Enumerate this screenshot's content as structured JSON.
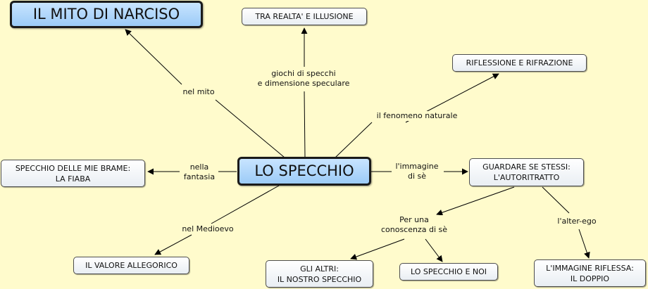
{
  "nodes": {
    "narciso": "IL MITO DI NARCISO",
    "realta": "TRA REALTA' E ILLUSIONE",
    "riflessione": "RIFLESSIONE E RIFRAZIONE",
    "specchio": "LO SPECCHIO",
    "brame": "SPECCHIO DELLE MIE BRAME:\nLA FIABA",
    "guardare": "GUARDARE SE STESSI:\nL'AUTORITRATTO",
    "allegorico": "IL VALORE ALLEGORICO",
    "altri": "GLI ALTRI:\nIL NOSTRO SPECCHIO",
    "noi": "LO SPECCHIO E NOI",
    "riflessa": "L'IMMAGINE RIFLESSA:\nIL DOPPIO"
  },
  "labels": {
    "mito": "nel mito",
    "giochi": "giochi di specchi\ne dimensione speculare",
    "fenomeno": "il fenomeno naturale",
    "fantasia": "nella\nfantasia",
    "immagine": "l'immagine\ndi sè",
    "medioevo": "nel Medioevo",
    "conoscenza": "Per una\nconoscenza di sè",
    "alterego": "l'alter-ego"
  },
  "colors": {
    "background": "#fffbcc",
    "main_node_fill": "#9ccbf7",
    "edge": "#000000"
  }
}
